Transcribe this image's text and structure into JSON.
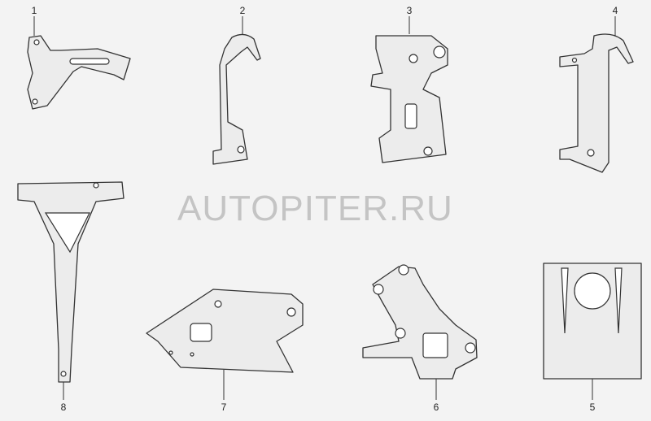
{
  "watermark": "AUTOPITER.RU",
  "callouts": [
    "1",
    "2",
    "3",
    "4",
    "5",
    "6",
    "7",
    "8"
  ]
}
